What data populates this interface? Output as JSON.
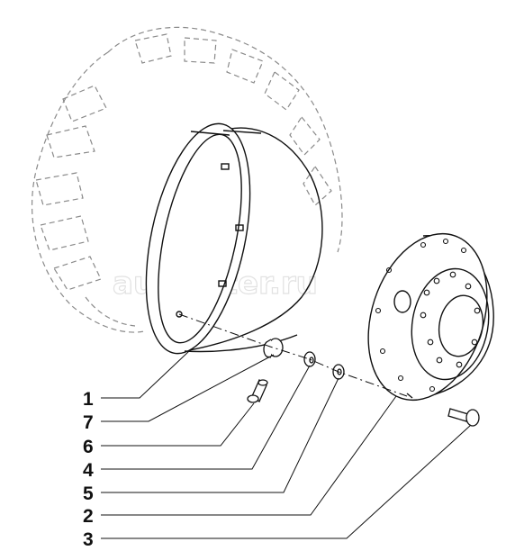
{
  "diagram": {
    "callouts": [
      "1",
      "7",
      "6",
      "4",
      "5",
      "2",
      "3"
    ],
    "watermark": "autopiter.ru",
    "line_color": "#111111",
    "tire_line_color": "#8a8a8a"
  }
}
